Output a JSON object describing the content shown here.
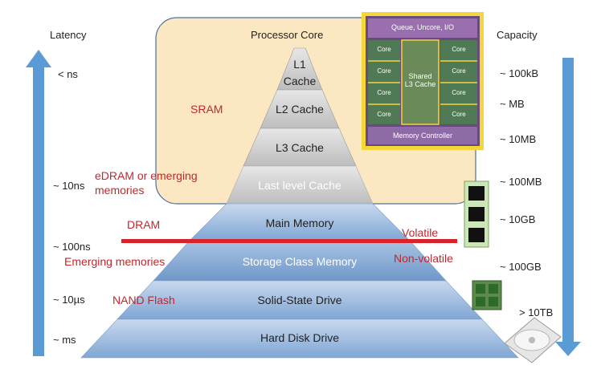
{
  "headers": {
    "latency": "Latency",
    "capacity": "Capacity",
    "processor_core": "Processor Core"
  },
  "layers": [
    {
      "label": "L1\nCache"
    },
    {
      "label": "L2 Cache"
    },
    {
      "label": "L3 Cache"
    },
    {
      "label": "Last level Cache"
    },
    {
      "label": "Main Memory"
    },
    {
      "label": "Storage Class Memory"
    },
    {
      "label": "Solid-State Drive"
    },
    {
      "label": "Hard Disk Drive"
    }
  ],
  "latency_ticks": [
    "< ns",
    "~ 10ns",
    "~ 100ns",
    "~ 10µs",
    "~ ms"
  ],
  "capacity_ticks": [
    "~ 100kB",
    "~ MB",
    "~ 10MB",
    "~ 100MB",
    "~ 10GB",
    "~ 100GB",
    "> 10TB"
  ],
  "tech_labels": {
    "sram": "SRAM",
    "edram": "eDRAM or emerging\nmemories",
    "dram": "DRAM",
    "emerging": "Emerging memories",
    "nand": "NAND Flash",
    "volatile": "Volatile",
    "nonvolatile": "Non-volatile"
  },
  "die": {
    "top": "Queue, Uncore, I/O",
    "core": "Core",
    "shared": "Shared\nL3 Cache",
    "controller": "Memory Controller"
  },
  "colors": {
    "arrow": "#5b9bd5",
    "red": "#c0282e",
    "box": "#fbe8c2",
    "pyramid": "#8fb3dc"
  }
}
